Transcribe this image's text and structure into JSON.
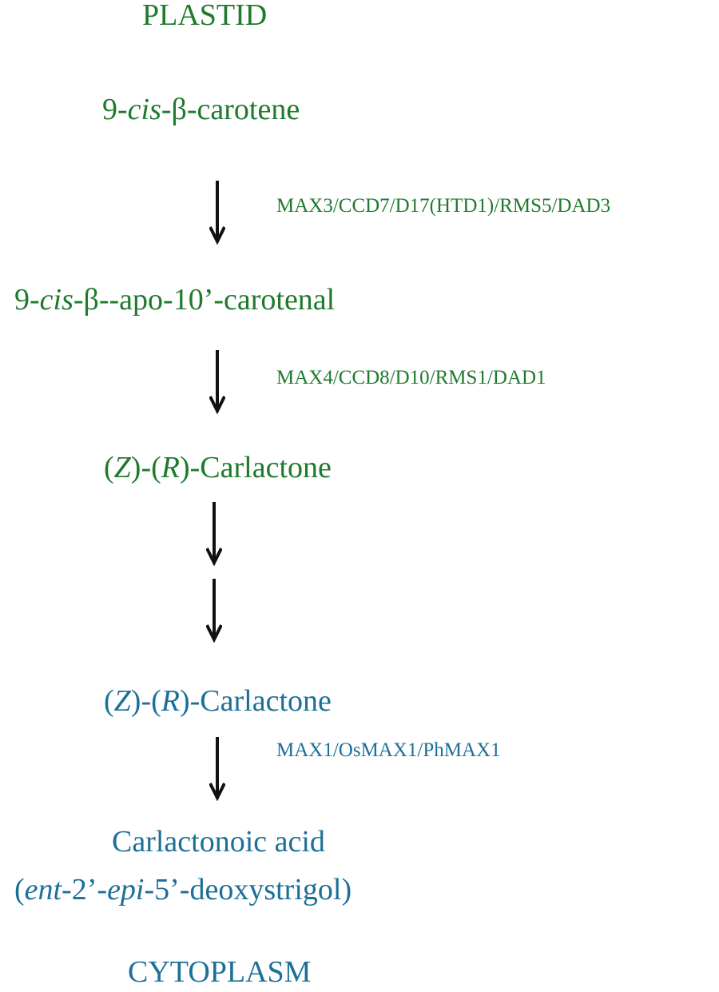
{
  "plastid_label": "PLASTID",
  "cytoplasm_label": "CYTOPLASM",
  "compounds": {
    "carotene": {
      "prefix": "9-",
      "ital": "cis",
      "suffix": "-β-carotene"
    },
    "carotenal": {
      "prefix": "9-",
      "ital": "cis",
      "suffix": "-β--apo-10’-carotenal"
    },
    "carlactone_plastid": {
      "p1": "(",
      "i1": "Z",
      "p2": ")-(",
      "i2": "R",
      "p3": ")-Carlactone"
    },
    "carlactone_cyto": {
      "p1": "(",
      "i1": "Z",
      "p2": ")-(",
      "i2": "R",
      "p3": ")-Carlactone"
    },
    "carlactonoic_acid": "Carlactonoic acid",
    "deoxystrigol": {
      "p1": "(",
      "i1": "ent",
      "p2": "-2’-",
      "i2": "epi",
      "p3": "-5’-deoxystrigol)"
    }
  },
  "enzymes": {
    "step1": "MAX3/CCD7/D17(HTD1)/RMS5/DAD3",
    "step2": "MAX4/CCD8/D10/RMS1/DAD1",
    "step3": "MAX1/OsMAX1/PhMAX1"
  },
  "colors": {
    "plastid": "#1e7a2c",
    "cytoplasm": "#1c6f98",
    "arrow": "#111111"
  }
}
